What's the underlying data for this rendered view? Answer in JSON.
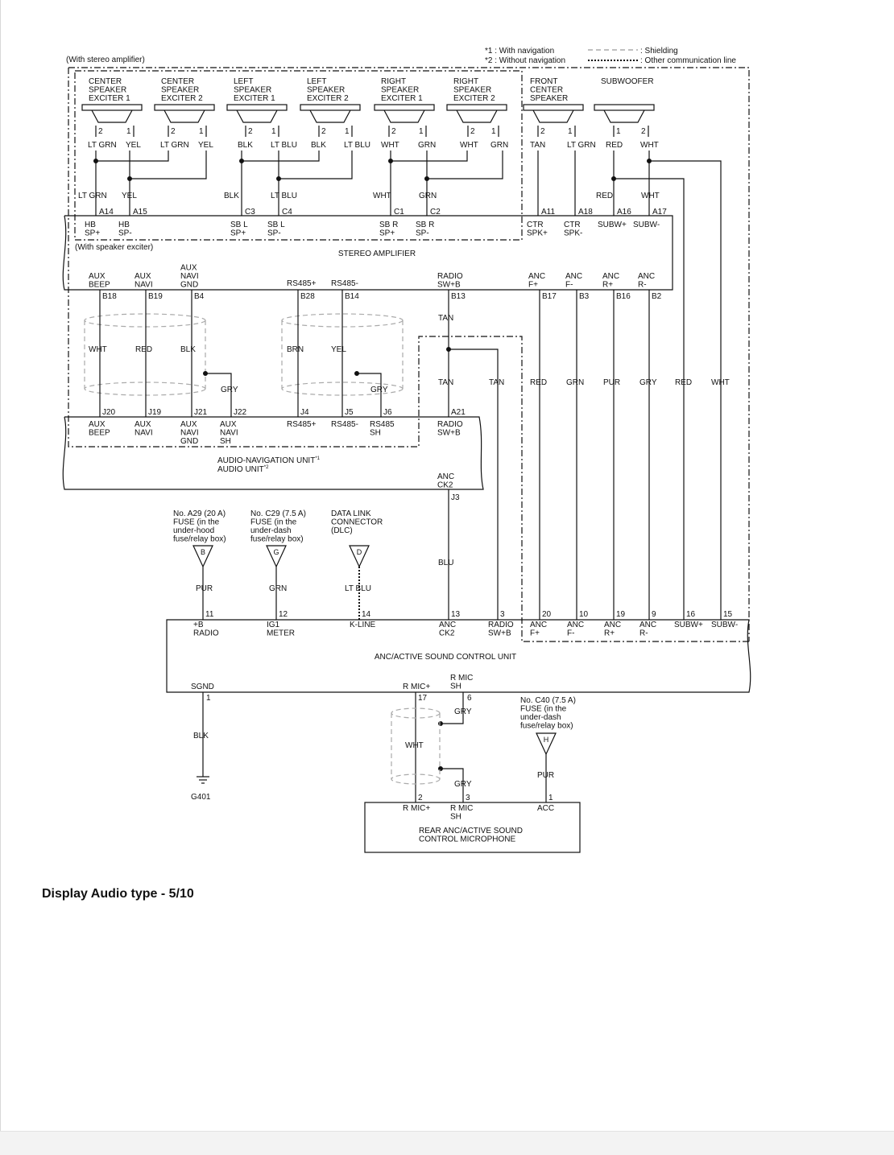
{
  "caption": "Display Audio type - 5/10",
  "notes": {
    "n1": "*1 : With navigation",
    "n2": "*2 : Without navigation",
    "shielding": ": Shielding",
    "other_comm": ": Other communication line",
    "with_stereo_amp": "(With stereo amplifier)",
    "with_speaker_exciter": "(With speaker exciter)"
  },
  "speakers": [
    {
      "name": [
        "CENTER",
        "SPEAKER",
        "EXCITER 1"
      ],
      "pins": [
        "2",
        "1"
      ],
      "wires": [
        "LT GRN",
        "YEL"
      ]
    },
    {
      "name": [
        "CENTER",
        "SPEAKER",
        "EXCITER 2"
      ],
      "pins": [
        "2",
        "1"
      ],
      "wires": [
        "LT GRN",
        "YEL"
      ]
    },
    {
      "name": [
        "LEFT",
        "SPEAKER",
        "EXCITER 1"
      ],
      "pins": [
        "2",
        "1"
      ],
      "wires": [
        "BLK",
        "LT BLU"
      ]
    },
    {
      "name": [
        "LEFT",
        "SPEAKER",
        "EXCITER 2"
      ],
      "pins": [
        "2",
        "1"
      ],
      "wires": [
        "BLK",
        "LT BLU"
      ]
    },
    {
      "name": [
        "RIGHT",
        "SPEAKER",
        "EXCITER 1"
      ],
      "pins": [
        "2",
        "1"
      ],
      "wires": [
        "WHT",
        "GRN"
      ]
    },
    {
      "name": [
        "RIGHT",
        "SPEAKER",
        "EXCITER 2"
      ],
      "pins": [
        "2",
        "1"
      ],
      "wires": [
        "WHT",
        "GRN"
      ]
    },
    {
      "name": [
        "FRONT",
        "CENTER",
        "SPEAKER"
      ],
      "pins": [
        "2",
        "1"
      ],
      "wires": [
        "TAN",
        "LT GRN"
      ]
    },
    {
      "name": [
        "SUBWOOFER"
      ],
      "pins": [
        "1",
        "2"
      ],
      "wires": [
        "RED",
        "WHT"
      ]
    }
  ],
  "amp_inputs": [
    {
      "wire": "LT GRN",
      "pin": "A14",
      "label": [
        "HB",
        "SP+"
      ]
    },
    {
      "wire": "YEL",
      "pin": "A15",
      "label": [
        "HB",
        "SP-"
      ]
    },
    {
      "wire": "BLK",
      "pin": "C3",
      "label": [
        "SB L",
        "SP+"
      ]
    },
    {
      "wire": "LT BLU",
      "pin": "C4",
      "label": [
        "SB L",
        "SP-"
      ]
    },
    {
      "wire": "WHT",
      "pin": "C1",
      "label": [
        "SB R",
        "SP+"
      ]
    },
    {
      "wire": "GRN",
      "pin": "C2",
      "label": [
        "SB R",
        "SP-"
      ]
    },
    {
      "wire": "",
      "pin": "A11",
      "label": [
        "CTR",
        "SPK+"
      ]
    },
    {
      "wire": "",
      "pin": "A18",
      "label": [
        "CTR",
        "SPK-"
      ]
    },
    {
      "wire": "RED",
      "pin": "A16",
      "label": [
        "SUBW+"
      ]
    },
    {
      "wire": "WHT",
      "pin": "A17",
      "label": [
        "SUBW-"
      ]
    }
  ],
  "stereo_amplifier": "STEREO AMPLIFIER",
  "amp_outputs": [
    {
      "label": [
        "AUX",
        "BEEP"
      ],
      "pin": "B18"
    },
    {
      "label": [
        "AUX",
        "NAVI"
      ],
      "pin": "B19"
    },
    {
      "label": [
        "AUX",
        "NAVI",
        "GND"
      ],
      "pin": "B4"
    },
    {
      "label": [
        "RS485+"
      ],
      "pin": "B28"
    },
    {
      "label": [
        "RS485-"
      ],
      "pin": "B14"
    },
    {
      "label": [
        "RADIO",
        "SW+B"
      ],
      "pin": "B13"
    },
    {
      "label": [
        "ANC",
        "F+"
      ],
      "pin": "B17"
    },
    {
      "label": [
        "ANC",
        "F-"
      ],
      "pin": "B3"
    },
    {
      "label": [
        "ANC",
        "R+"
      ],
      "pin": "B16"
    },
    {
      "label": [
        "ANC",
        "R-"
      ],
      "pin": "B2"
    }
  ],
  "mid_wires": {
    "aux_beep": "WHT",
    "aux_navi": "RED",
    "aux_navi_gnd": "BLK",
    "aux_sh": "GRY",
    "rs485p": "BRN",
    "rs485m": "YEL",
    "rs485_sh": "GRY",
    "radio_top": "TAN",
    "radio_a": "TAN",
    "radio_b": "TAN",
    "anc_fp": "RED",
    "anc_fm": "GRN",
    "anc_rp": "PUR",
    "anc_rm": "GRY",
    "subw_p": "RED",
    "subw_m": "WHT"
  },
  "nav_pins": [
    {
      "pin": "J20",
      "label": [
        "AUX",
        "BEEP"
      ]
    },
    {
      "pin": "J19",
      "label": [
        "AUX",
        "NAVI"
      ]
    },
    {
      "pin": "J21",
      "label": [
        "AUX",
        "NAVI",
        "GND"
      ]
    },
    {
      "pin": "J22",
      "label": [
        "AUX",
        "NAVI",
        "SH"
      ]
    },
    {
      "pin": "J4",
      "label": [
        "RS485+"
      ]
    },
    {
      "pin": "J5",
      "label": [
        "RS485-"
      ]
    },
    {
      "pin": "J6",
      "label": [
        "RS485",
        "SH"
      ]
    },
    {
      "pin": "A21",
      "label": [
        "RADIO",
        "SW+B"
      ]
    }
  ],
  "nav_unit": {
    "line1": "AUDIO-NAVIGATION UNIT",
    "sup1": "*1",
    "line2": "AUDIO UNIT",
    "sup2": "*2"
  },
  "anc_ck2": {
    "label": [
      "ANC",
      "CK2"
    ],
    "pin": "J3",
    "wire": "BLU"
  },
  "fuses": [
    {
      "lines": [
        "No. A29 (20 A)",
        "FUSE (in the",
        "under-hood",
        "fuse/relay box)"
      ],
      "tri": "B",
      "wire": "PUR",
      "pin": "11"
    },
    {
      "lines": [
        "No. C29 (7.5 A)",
        "FUSE (in the",
        "under-dash",
        "fuse/relay box)"
      ],
      "tri": "G",
      "wire": "GRN",
      "pin": "12"
    },
    {
      "lines": [
        "DATA LINK",
        "CONNECTOR",
        "(DLC)"
      ],
      "tri": "D",
      "wire": "LT BLU",
      "pin": "14"
    }
  ],
  "anc_unit_pins": [
    {
      "pin": "11",
      "label": [
        "+B",
        "RADIO"
      ]
    },
    {
      "pin": "12",
      "label": [
        "IG1",
        "METER"
      ]
    },
    {
      "pin": "14",
      "label": [
        "K-LINE"
      ]
    },
    {
      "pin": "13",
      "label": [
        "ANC",
        "CK2"
      ]
    },
    {
      "pin": "3",
      "label": [
        "RADIO",
        "SW+B"
      ]
    },
    {
      "pin": "20",
      "label": [
        "ANC",
        "F+"
      ]
    },
    {
      "pin": "10",
      "label": [
        "ANC",
        "F-"
      ]
    },
    {
      "pin": "19",
      "label": [
        "ANC",
        "R+"
      ]
    },
    {
      "pin": "9",
      "label": [
        "ANC",
        "R-"
      ]
    },
    {
      "pin": "16",
      "label": [
        "SUBW+"
      ]
    },
    {
      "pin": "15",
      "label": [
        "SUBW-"
      ]
    }
  ],
  "anc_unit": "ANC/ACTIVE SOUND CONTROL UNIT",
  "anc_bottom": {
    "sgnd": "SGND",
    "sgnd_pin": "1",
    "blk": "BLK",
    "ground": "G401",
    "rmic_p": "R MIC+",
    "rmic_sh": [
      "R MIC",
      "SH"
    ],
    "pin17": "17",
    "pin6": "6",
    "gry1": "GRY",
    "wht": "WHT",
    "gry2": "GRY"
  },
  "fuse_c40": {
    "lines": [
      "No. C40 (7.5 A)",
      "FUSE (in the",
      "under-dash",
      "fuse/relay box)"
    ],
    "tri": "H",
    "wire": "PUR"
  },
  "mic": {
    "pins": [
      "2",
      "3",
      "1"
    ],
    "labels": [
      [
        "R MIC+"
      ],
      [
        "R MIC",
        "SH"
      ],
      [
        "ACC"
      ]
    ],
    "name": [
      "REAR ANC/ACTIVE SOUND",
      "CONTROL MICROPHONE"
    ]
  }
}
